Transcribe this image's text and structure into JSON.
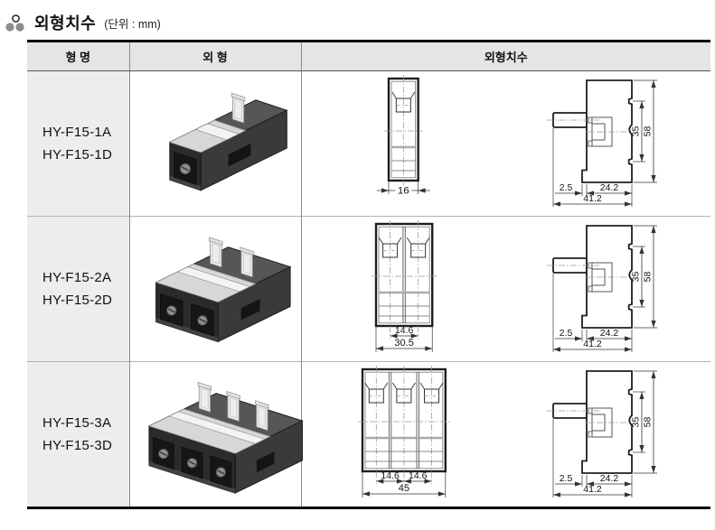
{
  "page": {
    "title": "외형치수",
    "unit_label": "(단위 : mm)"
  },
  "icons": {
    "section_bullet": "three-circles-bullet"
  },
  "colors": {
    "header_bg": "#e5e5e5",
    "model_cell_bg": "#ededed",
    "table_border": "#000000",
    "drawing_line": "#1e1e1e",
    "centerline": "#999999",
    "bullet_gray": "#8c8c8c",
    "photo_body": "#2b2b2b",
    "photo_cover": "#d7d7d7"
  },
  "table": {
    "headers": {
      "model": "형 명",
      "appearance": "외 형",
      "dimensions": "외형치수"
    },
    "rows": [
      {
        "models": [
          "HY-F15-1A",
          "HY-F15-1D"
        ],
        "poles": 1,
        "front": {
          "pitches": [],
          "total": "16"
        },
        "side": {
          "rail_span": "35",
          "height": "58",
          "front_step": "2.5",
          "body_depth": "24.2",
          "total_depth": "41.2"
        }
      },
      {
        "models": [
          "HY-F15-2A",
          "HY-F15-2D"
        ],
        "poles": 2,
        "front": {
          "pitches": [
            "14.6"
          ],
          "total": "30.5"
        },
        "side": {
          "rail_span": "35",
          "height": "58",
          "front_step": "2.5",
          "body_depth": "24.2",
          "total_depth": "41.2"
        }
      },
      {
        "models": [
          "HY-F15-3A",
          "HY-F15-3D"
        ],
        "poles": 3,
        "front": {
          "pitches": [
            "14.6",
            "14.6"
          ],
          "total": "45"
        },
        "side": {
          "rail_span": "35",
          "height": "58",
          "front_step": "2.5",
          "body_depth": "24.2",
          "total_depth": "41.2"
        }
      }
    ]
  }
}
